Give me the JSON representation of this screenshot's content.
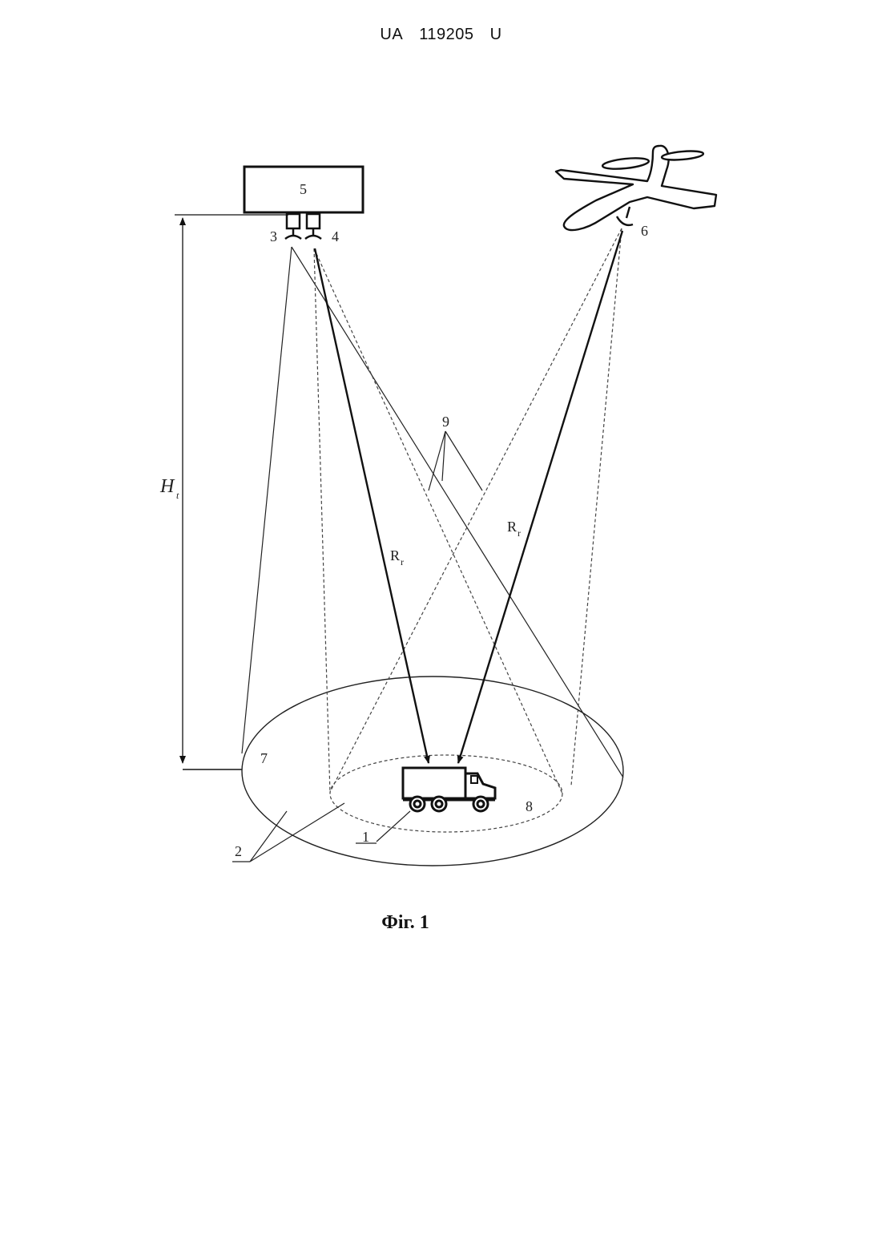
{
  "header": {
    "country": "UA",
    "number": "119205",
    "kind": "U"
  },
  "labels": {
    "l1": "1",
    "l2": "2",
    "l3": "3",
    "l4": "4",
    "l5": "5",
    "l6": "6",
    "l7": "7",
    "l8": "8",
    "l9": "9",
    "height_main": "H",
    "height_sub": "t",
    "range_left_main": "R",
    "range_left_sub": "r",
    "range_right_main": "R",
    "range_right_sub": "r"
  },
  "caption": "Фіг. 1"
}
